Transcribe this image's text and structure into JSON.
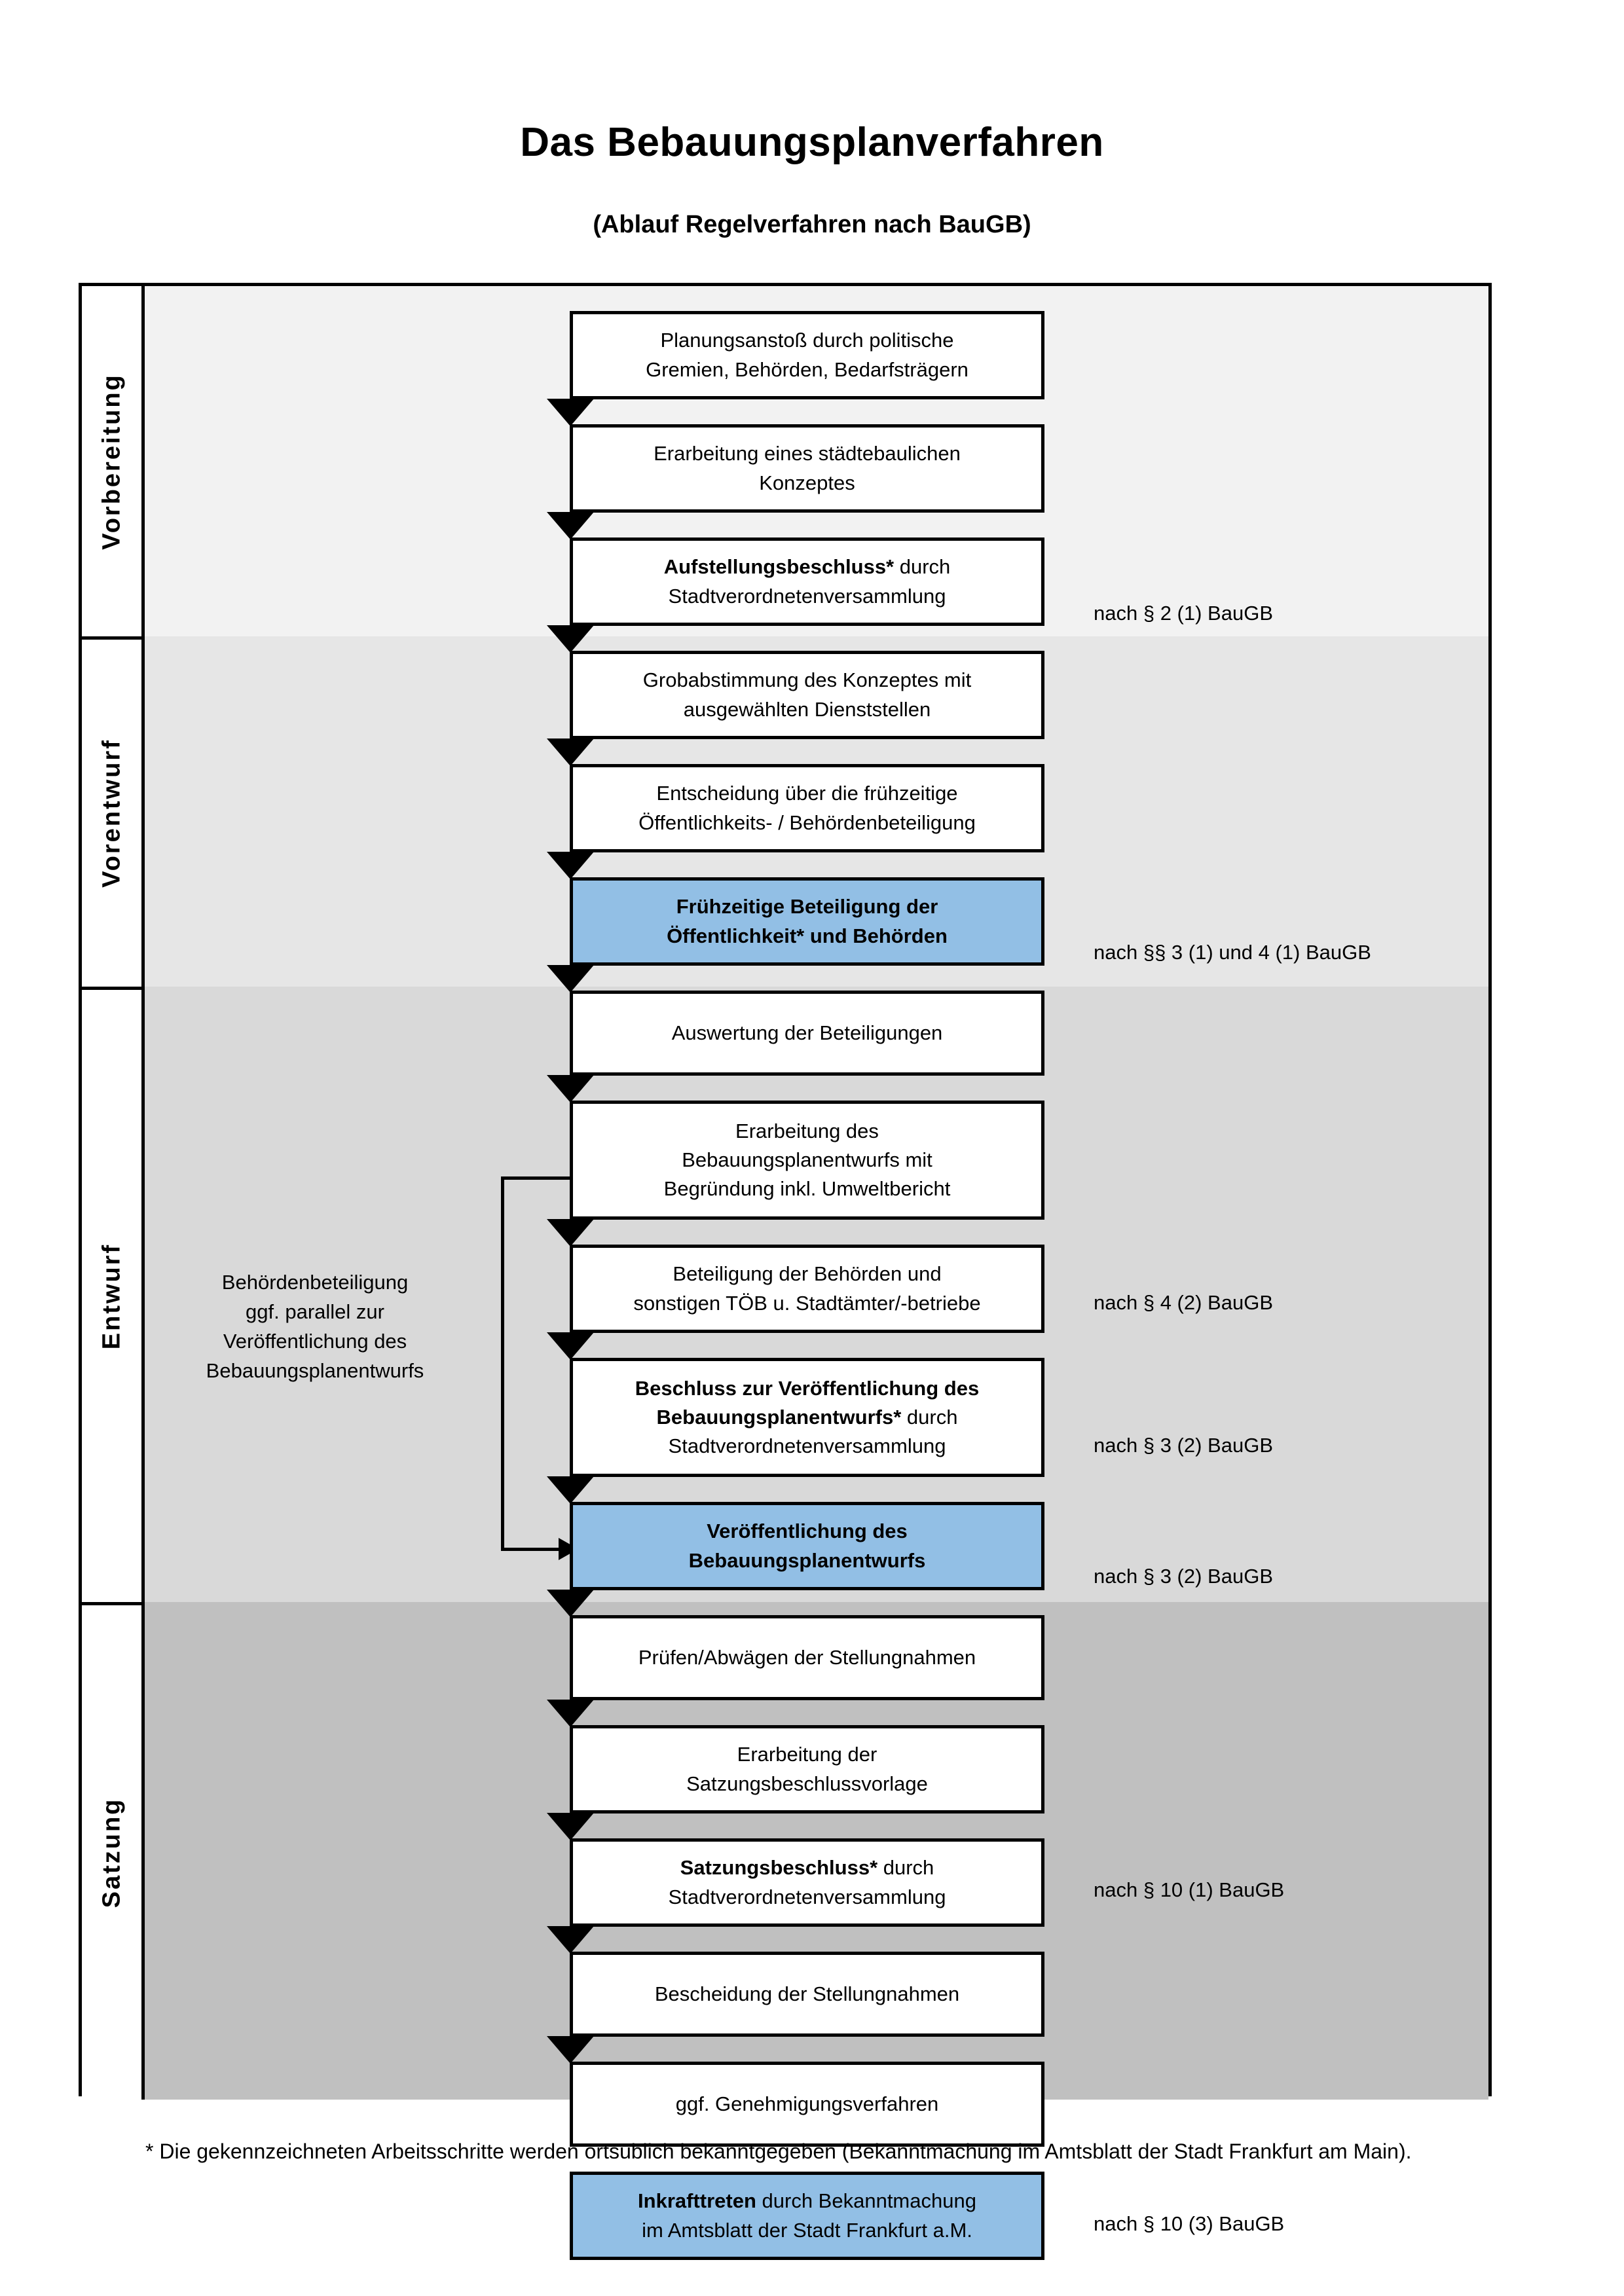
{
  "document": {
    "title": "Das Bebauungsplanverfahren",
    "subtitle": "(Ablauf Regelverfahren nach BauGB)",
    "footnote": "* Die gekennzeichneten Arbeitsschritte werden ortsüblich bekanntgegeben (Bekanntmachung im Amtsblatt  der Stadt Frankfurt am Main)."
  },
  "colors": {
    "highlight_blue": "#92bfe5",
    "band_vorbereitung": "#f2f2f2",
    "band_vorentwurf": "#e6e6e6",
    "band_entwurf": "#d9d9d9",
    "band_satzung": "#c0c0c0",
    "outline": "#000000"
  },
  "phases": [
    {
      "id": "vorbereitung",
      "label": "Vorbereitung",
      "background": "#f2f2f2"
    },
    {
      "id": "vorentwurf",
      "label": "Vorentwurf",
      "background": "#e6e6e6"
    },
    {
      "id": "entwurf",
      "label": "Entwurf",
      "background": "#d9d9d9"
    },
    {
      "id": "satzung",
      "label": "Satzung",
      "background": "#c0c0c0"
    }
  ],
  "steps": [
    {
      "id": "s1",
      "phase": "vorbereitung",
      "highlighted": false,
      "lines": [
        {
          "text": "Planungsanstoß durch politische",
          "bold": false
        },
        {
          "text": "Gremien, Behörden, Bedarfsträgern",
          "bold": false
        }
      ]
    },
    {
      "id": "s2",
      "phase": "vorbereitung",
      "highlighted": false,
      "lines": [
        {
          "text": "Erarbeitung eines städtebaulichen",
          "bold": false
        },
        {
          "text": "Konzeptes",
          "bold": false
        }
      ]
    },
    {
      "id": "s3",
      "phase": "vorbereitung",
      "highlighted": false,
      "lines": [
        {
          "text": "Aufstellungsbeschluss*",
          "bold": true
        },
        {
          "text": " durch",
          "bold": false
        },
        {
          "text": "Stadtverordnetenversammlung",
          "bold": false
        }
      ]
    },
    {
      "id": "s4",
      "phase": "vorentwurf",
      "highlighted": false,
      "lines": [
        {
          "text": "Grobabstimmung des Konzeptes mit",
          "bold": false
        },
        {
          "text": "ausgewählten Dienststellen",
          "bold": false
        }
      ]
    },
    {
      "id": "s5",
      "phase": "vorentwurf",
      "highlighted": false,
      "lines": [
        {
          "text": "Entscheidung über die frühzeitige",
          "bold": false
        },
        {
          "text": "Öffentlichkeits- / Behördenbeteiligung",
          "bold": false
        }
      ]
    },
    {
      "id": "s6",
      "phase": "vorentwurf",
      "highlighted": true,
      "lines": [
        {
          "text": "Frühzeitige Beteiligung der",
          "bold": true
        },
        {
          "text": "Öffentlichkeit* und Behörden",
          "bold": true
        }
      ]
    },
    {
      "id": "s7",
      "phase": "entwurf",
      "highlighted": false,
      "lines": [
        {
          "text": "Auswertung der Beteiligungen",
          "bold": false
        }
      ]
    },
    {
      "id": "s8",
      "phase": "entwurf",
      "highlighted": false,
      "lines": [
        {
          "text": "Erarbeitung des",
          "bold": false
        },
        {
          "text": "Bebauungsplanentwurfs mit",
          "bold": false
        },
        {
          "text": "Begründung inkl. Umweltbericht",
          "bold": false
        }
      ]
    },
    {
      "id": "s9",
      "phase": "entwurf",
      "highlighted": false,
      "lines": [
        {
          "text": "Beteiligung der Behörden und",
          "bold": false
        },
        {
          "text": "sonstigen TÖB u. Stadtämter/-betriebe",
          "bold": false
        }
      ]
    },
    {
      "id": "s10",
      "phase": "entwurf",
      "highlighted": false,
      "lines": [
        {
          "text": "Beschluss zur Veröffentlichung des",
          "bold": true
        },
        {
          "text": "Bebauungsplanentwurfs*",
          "bold": true
        },
        {
          "text": " durch",
          "bold": false
        },
        {
          "text": "Stadtverordnetenversammlung",
          "bold": false
        }
      ]
    },
    {
      "id": "s11",
      "phase": "entwurf",
      "highlighted": true,
      "lines": [
        {
          "text": "Veröffentlichung des",
          "bold": true
        },
        {
          "text": "Bebauungsplanentwurfs",
          "bold": true
        }
      ]
    },
    {
      "id": "s12",
      "phase": "satzung",
      "highlighted": false,
      "lines": [
        {
          "text": "Prüfen/Abwägen der Stellungnahmen",
          "bold": false
        }
      ]
    },
    {
      "id": "s13",
      "phase": "satzung",
      "highlighted": false,
      "lines": [
        {
          "text": "Erarbeitung der",
          "bold": false
        },
        {
          "text": "Satzungsbeschlussvorlage",
          "bold": false
        }
      ]
    },
    {
      "id": "s14",
      "phase": "satzung",
      "highlighted": false,
      "lines": [
        {
          "text": "Satzungsbeschluss*",
          "bold": true
        },
        {
          "text": " durch",
          "bold": false
        },
        {
          "text": "Stadtverordnetenversammlung",
          "bold": false
        }
      ]
    },
    {
      "id": "s15",
      "phase": "satzung",
      "highlighted": false,
      "lines": [
        {
          "text": "Bescheidung der Stellungnahmen",
          "bold": false
        }
      ]
    },
    {
      "id": "s16",
      "phase": "satzung",
      "highlighted": false,
      "lines": [
        {
          "text": "ggf. Genehmigungsverfahren",
          "bold": false
        }
      ]
    },
    {
      "id": "s17",
      "phase": "satzung",
      "highlighted": true,
      "lines": [
        {
          "text": "Inkrafttreten",
          "bold": true
        },
        {
          "text": " durch Bekanntmachung",
          "bold": false
        },
        {
          "text": "im Amtsblatt der Stadt Frankfurt a.M.",
          "bold": false
        }
      ]
    }
  ],
  "step_text": {
    "s1_l1": "Planungsanstoß durch politische",
    "s1_l2": "Gremien, Behörden, Bedarfsträgern",
    "s2_l1": "Erarbeitung eines städtebaulichen",
    "s2_l2": "Konzeptes",
    "s3_l1a": "Aufstellungsbeschluss*",
    "s3_l1b": " durch",
    "s3_l2": "Stadtverordnetenversammlung",
    "s4_l1": "Grobabstimmung des Konzeptes mit",
    "s4_l2": "ausgewählten Dienststellen",
    "s5_l1": "Entscheidung über die frühzeitige",
    "s5_l2": "Öffentlichkeits- / Behördenbeteiligung",
    "s6_l1": "Frühzeitige Beteiligung der",
    "s6_l2": "Öffentlichkeit* und Behörden",
    "s7_l1": "Auswertung der Beteiligungen",
    "s8_l1": "Erarbeitung des",
    "s8_l2": "Bebauungsplanentwurfs mit",
    "s8_l3": "Begründung inkl. Umweltbericht",
    "s9_l1": "Beteiligung der Behörden und",
    "s9_l2": "sonstigen TÖB u. Stadtämter/-betriebe",
    "s10_l1": "Beschluss zur Veröffentlichung des",
    "s10_l2a": "Bebauungsplanentwurfs*",
    "s10_l2b": " durch",
    "s10_l3": "Stadtverordnetenversammlung",
    "s11_l1": "Veröffentlichung des",
    "s11_l2": "Bebauungsplanentwurfs",
    "s12_l1": "Prüfen/Abwägen der Stellungnahmen",
    "s13_l1": "Erarbeitung der",
    "s13_l2": "Satzungsbeschlussvorlage",
    "s14_l1a": "Satzungsbeschluss*",
    "s14_l1b": " durch",
    "s14_l2": "Stadtverordnetenversammlung",
    "s15_l1": "Bescheidung der Stellungnahmen",
    "s16_l1": "ggf. Genehmigungsverfahren",
    "s17_l1a": "Inkrafttreten",
    "s17_l1b": " durch Bekanntmachung",
    "s17_l2": "im Amtsblatt der Stadt Frankfurt a.M."
  },
  "legal_notes": [
    {
      "id": "n1",
      "text": "nach § 2 (1) BauGB",
      "for_step": "s3"
    },
    {
      "id": "n2",
      "text": "nach §§ 3 (1) und 4 (1) BauGB",
      "for_step": "s6"
    },
    {
      "id": "n3",
      "text": "nach § 4 (2) BauGB",
      "for_step": "s9"
    },
    {
      "id": "n4",
      "text": "nach § 3 (2) BauGB",
      "for_step": "s10"
    },
    {
      "id": "n5",
      "text": "nach § 3 (2) BauGB",
      "for_step": "s11"
    },
    {
      "id": "n6",
      "text": "nach § 10 (1) BauGB",
      "for_step": "s14"
    },
    {
      "id": "n7",
      "text": "nach § 10 (3) BauGB",
      "for_step": "s17"
    }
  ],
  "side_annotation": {
    "lines": [
      "Behördenbeteiligung",
      "ggf. parallel zur",
      "Veröffentlichung des",
      "Bebauungsplanentwurfs"
    ]
  }
}
